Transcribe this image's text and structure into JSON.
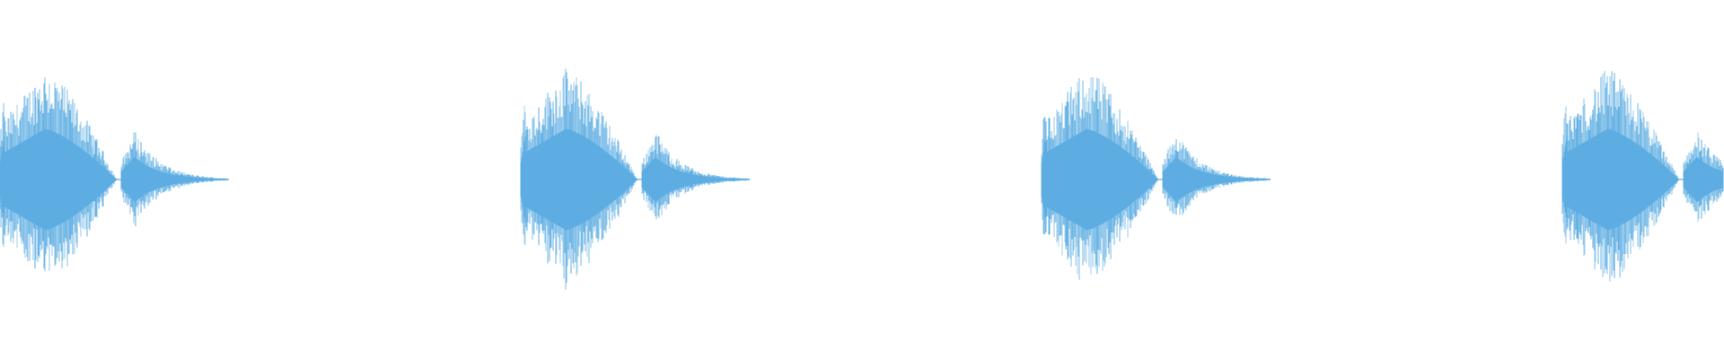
{
  "waveform": {
    "color": "#5dade2",
    "background": "#ffffff",
    "repeat_count": 4,
    "pattern": {
      "segments": [
        {
          "name": "main-burst",
          "peak_level": 1.0
        },
        {
          "name": "echo-burst",
          "peak_level": 0.45
        }
      ]
    }
  }
}
